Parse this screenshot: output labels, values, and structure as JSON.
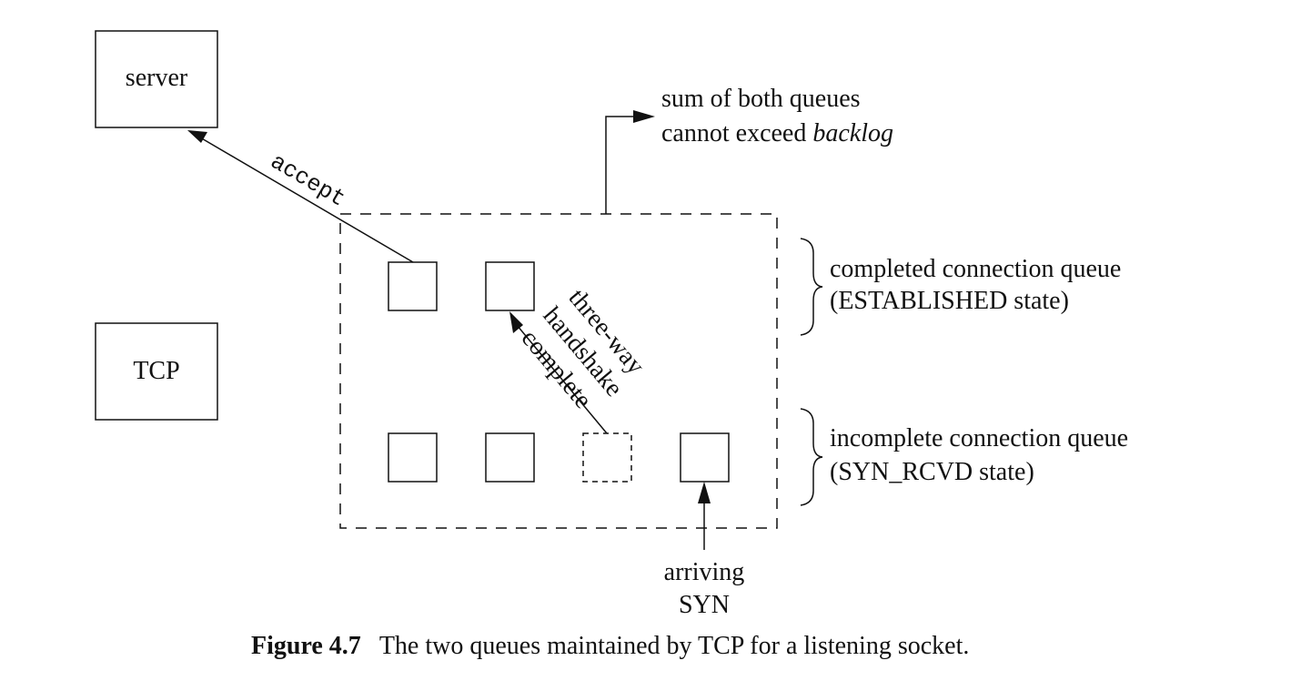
{
  "nodes": {
    "server": "server",
    "tcp": "TCP"
  },
  "labels": {
    "accept": "accept",
    "backlog_note": {
      "line1": "sum of both queues",
      "line2_prefix": "cannot exceed ",
      "line2_emphasis": "backlog"
    },
    "handshake": {
      "line1": "three-way",
      "line2": "handshake",
      "line3": "complete"
    },
    "completed_queue": {
      "line1": "completed connection queue",
      "line2": "(ESTABLISHED state)"
    },
    "incomplete_queue": {
      "line1": "incomplete connection queue",
      "line2": "(SYN_RCVD state)"
    },
    "arriving": {
      "line1": "arriving",
      "line2": "SYN"
    }
  },
  "caption": {
    "label": "Figure 4.7",
    "text": "The two queues maintained by TCP for a listening socket."
  }
}
